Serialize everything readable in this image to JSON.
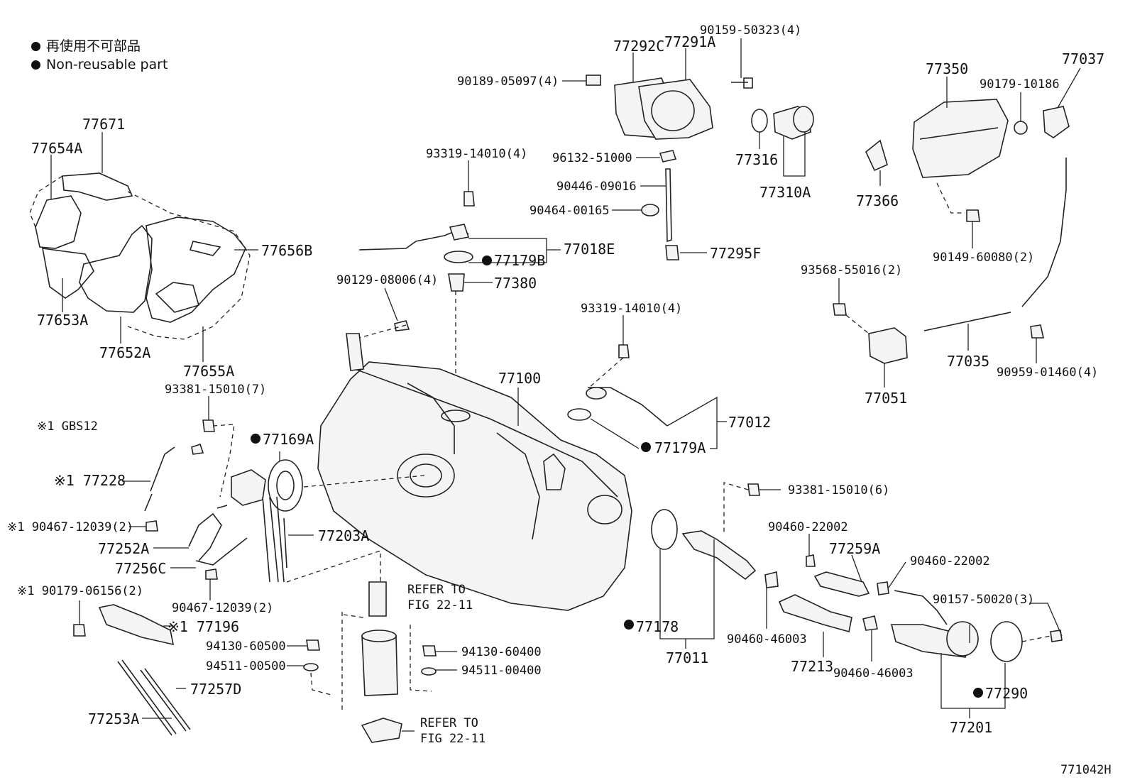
{
  "legend": {
    "jp": "再使用不可部品",
    "en": "Non-reusable part"
  },
  "note_gbs": "※1 GBS12",
  "drawing_code": "771042H",
  "labels": {
    "l77671": "77671",
    "l77654A": "77654A",
    "l77656B": "77656B",
    "l77653A": "77653A",
    "l77652A": "77652A",
    "l77655A": "77655A",
    "l77292C": "77292C",
    "l77291A": "77291A",
    "l90159": "90159-50323(4)",
    "l90189": "90189-05097(4)",
    "l96132": "96132-51000",
    "l90446": "90446-09016",
    "l90464": "90464-00165",
    "l77295F": "77295F",
    "l77316": "77316",
    "l77310A": "77310A",
    "l77350": "77350",
    "l90179a": "90179-10186",
    "l77037": "77037",
    "l77366": "77366",
    "l90149": "90149-60080(2)",
    "l93319a": "93319-14010(4)",
    "l77179B": "77179B",
    "l77018E": "77018E",
    "l77380": "77380",
    "l90129": "90129-08006(4)",
    "l93568": "93568-55016(2)",
    "l77035": "77035",
    "l90959": "90959-01460(4)",
    "l77051": "77051",
    "l93319b": "93319-14010(4)",
    "l77100": "77100",
    "l77012": "77012",
    "l77179A": "77179A",
    "l93381a": "93381-15010(7)",
    "l77169A": "77169A",
    "l77228": "※1 77228",
    "l90467a": "※1 90467-12039(2)",
    "l77252A": "77252A",
    "l77256C": "77256C",
    "l77203A": "77203A",
    "l90467b": "90467-12039(2)",
    "l90179b": "※1 90179-06156(2)",
    "l77196": "※1 77196",
    "l94130a": "94130-60500",
    "l94511a": "94511-00500",
    "l94130b": "94130-60400",
    "l94511b": "94511-00400",
    "l77257D": "77257D",
    "l77253A": "77253A",
    "refer1a": "REFER TO",
    "refer1b": "FIG 22-11",
    "refer2a": "REFER TO",
    "refer2b": "FIG 22-11",
    "l93381b": "93381-15010(6)",
    "l90460a": "90460-22002",
    "l77259A": "77259A",
    "l90460b": "90460-22002",
    "l90157": "90157-50020(3)",
    "l77178": "77178",
    "l77011": "77011",
    "l90460c": "90460-46003",
    "l77213": "77213",
    "l90460d": "90460-46003",
    "l77290": "77290",
    "l77201": "77201"
  }
}
